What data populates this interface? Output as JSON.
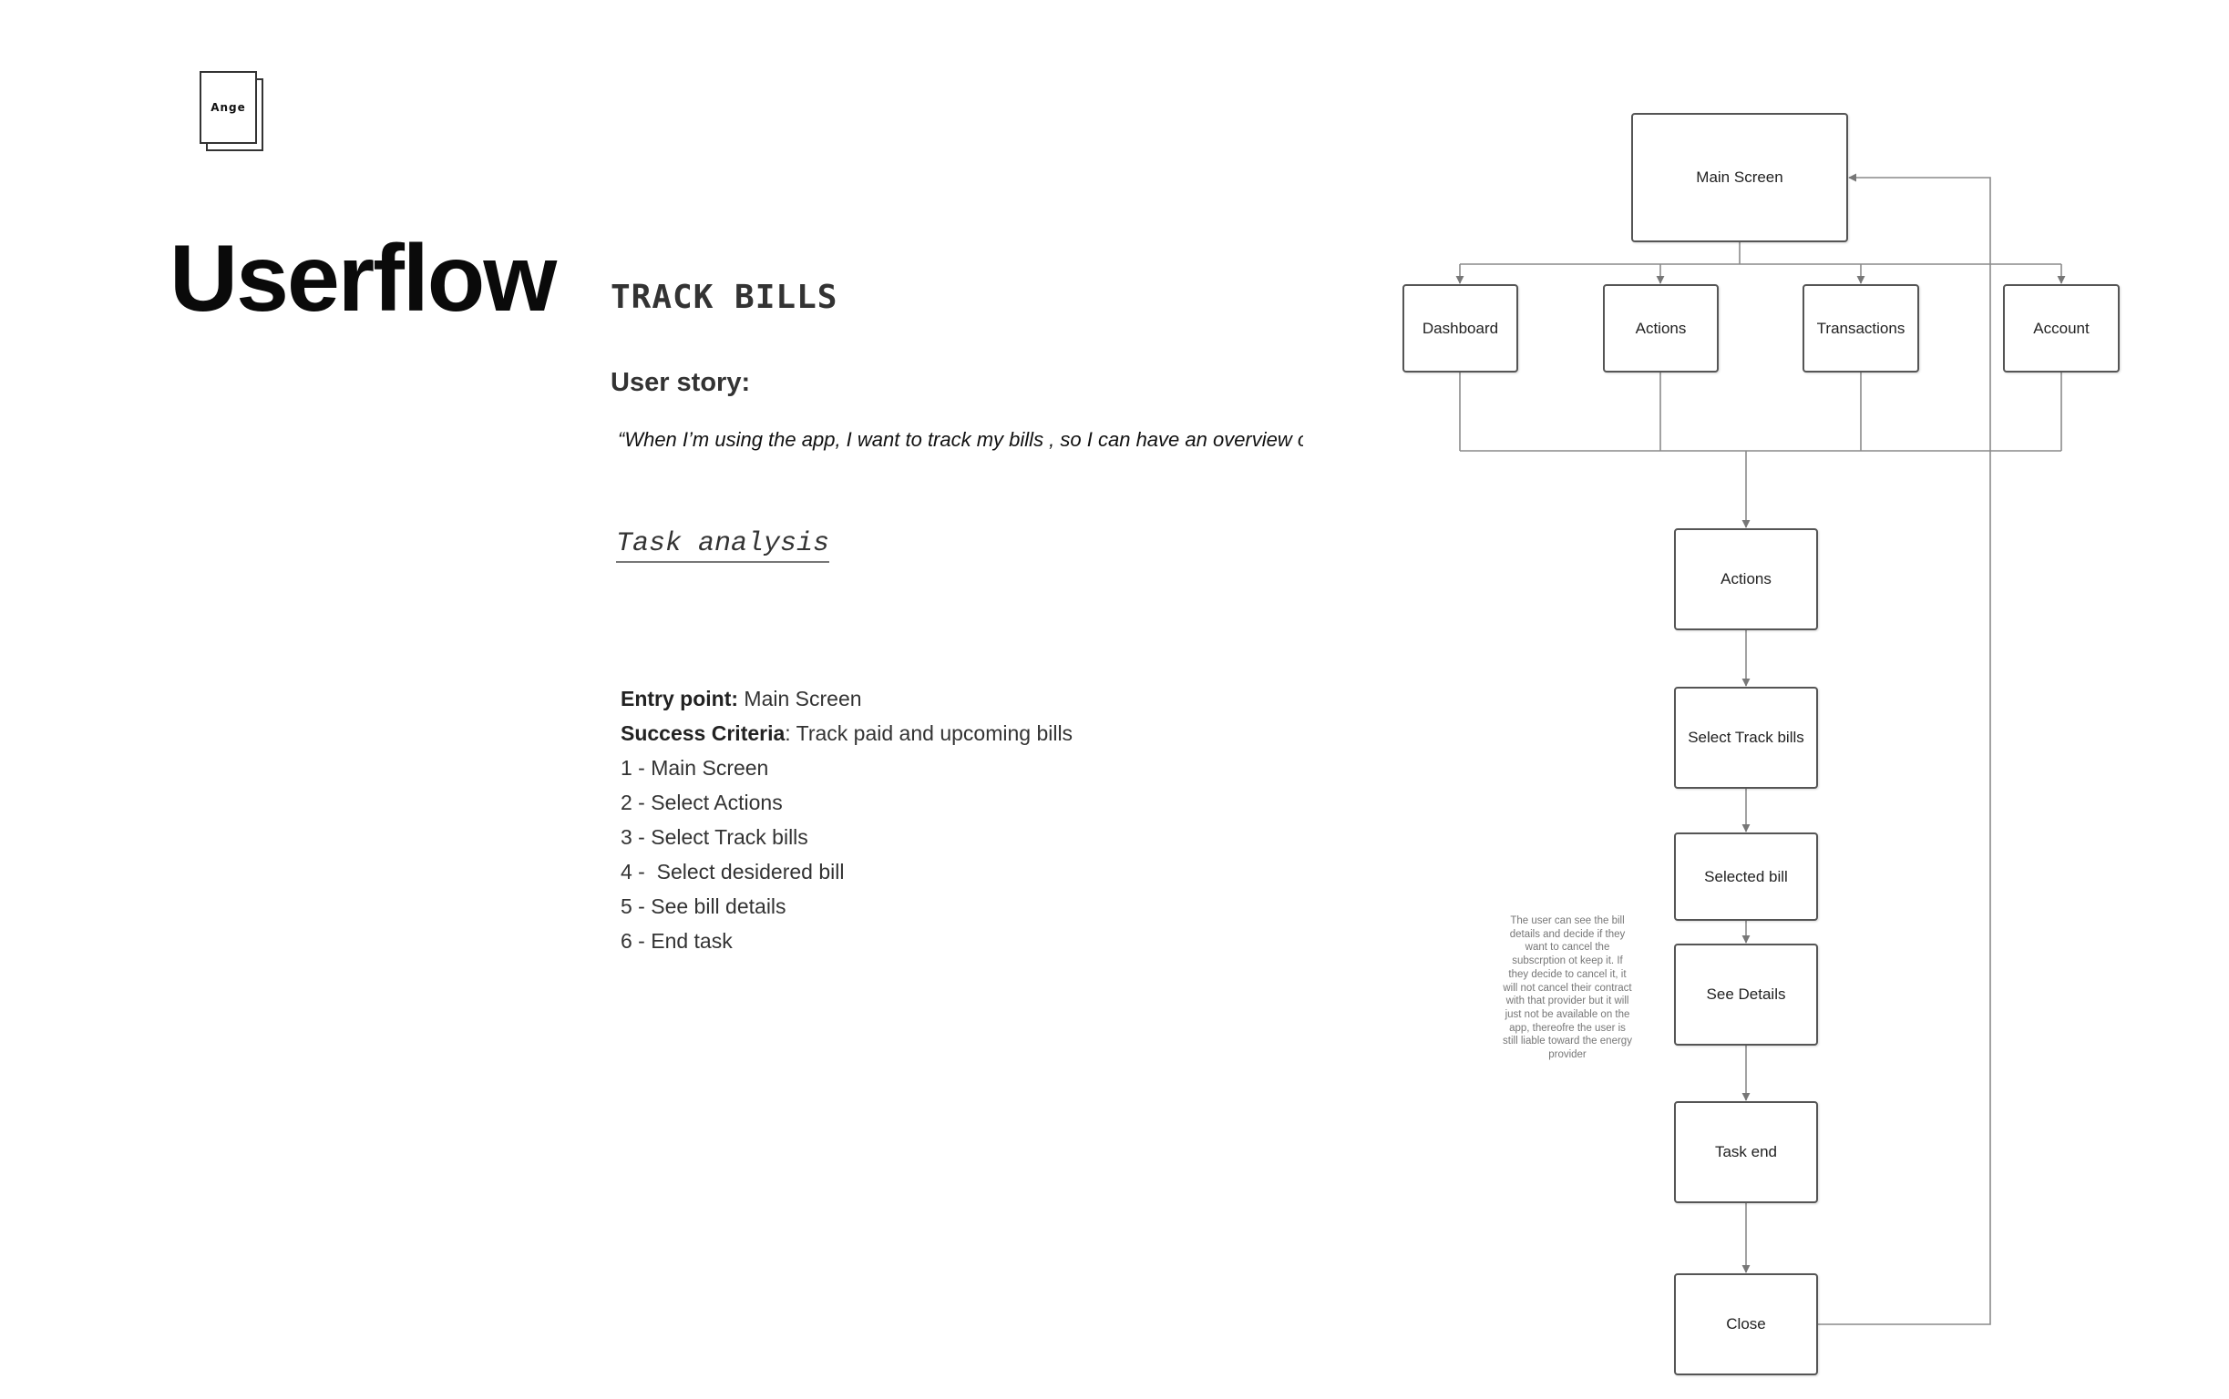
{
  "logo": {
    "text": "Ange"
  },
  "page_title": "Userflow",
  "section_title": "TRACK BILLS",
  "user_story": {
    "heading": "User story:",
    "quote": "“When I’m using the app, I want to track my bills , so I can have an overview of"
  },
  "task_analysis": {
    "heading": "Task analysis",
    "entry_label": "Entry point:",
    "entry_value": " Main Screen",
    "success_label": "Success Criteria",
    "success_value": ": Track paid and upcoming bills",
    "steps": [
      "1 - Main Screen",
      "2 - Select Actions",
      "3 - Select Track bills",
      "4 -  Select desidered bill",
      "5 - See bill details",
      "6 - End task"
    ]
  },
  "flow": {
    "main_screen": "Main Screen",
    "dashboard": "Dashboard",
    "actions_top": "Actions",
    "transactions": "Transactions",
    "account": "Account",
    "actions": "Actions",
    "select_track_bills": "Select Track bills",
    "selected_bill": "Selected bill",
    "see_details": "See Details",
    "task_end": "Task end",
    "close": "Close",
    "note": "The user can see the bill details and decide if they want to cancel the subscrption ot keep it. If they decide to cancel it, it will not cancel their contract with that provider but it will  just not be available on the app, thereofre the user is still liable toward the energy provider"
  },
  "colors": {
    "node_border": "#555555",
    "connector": "#8a8a8a",
    "text": "#222222"
  }
}
